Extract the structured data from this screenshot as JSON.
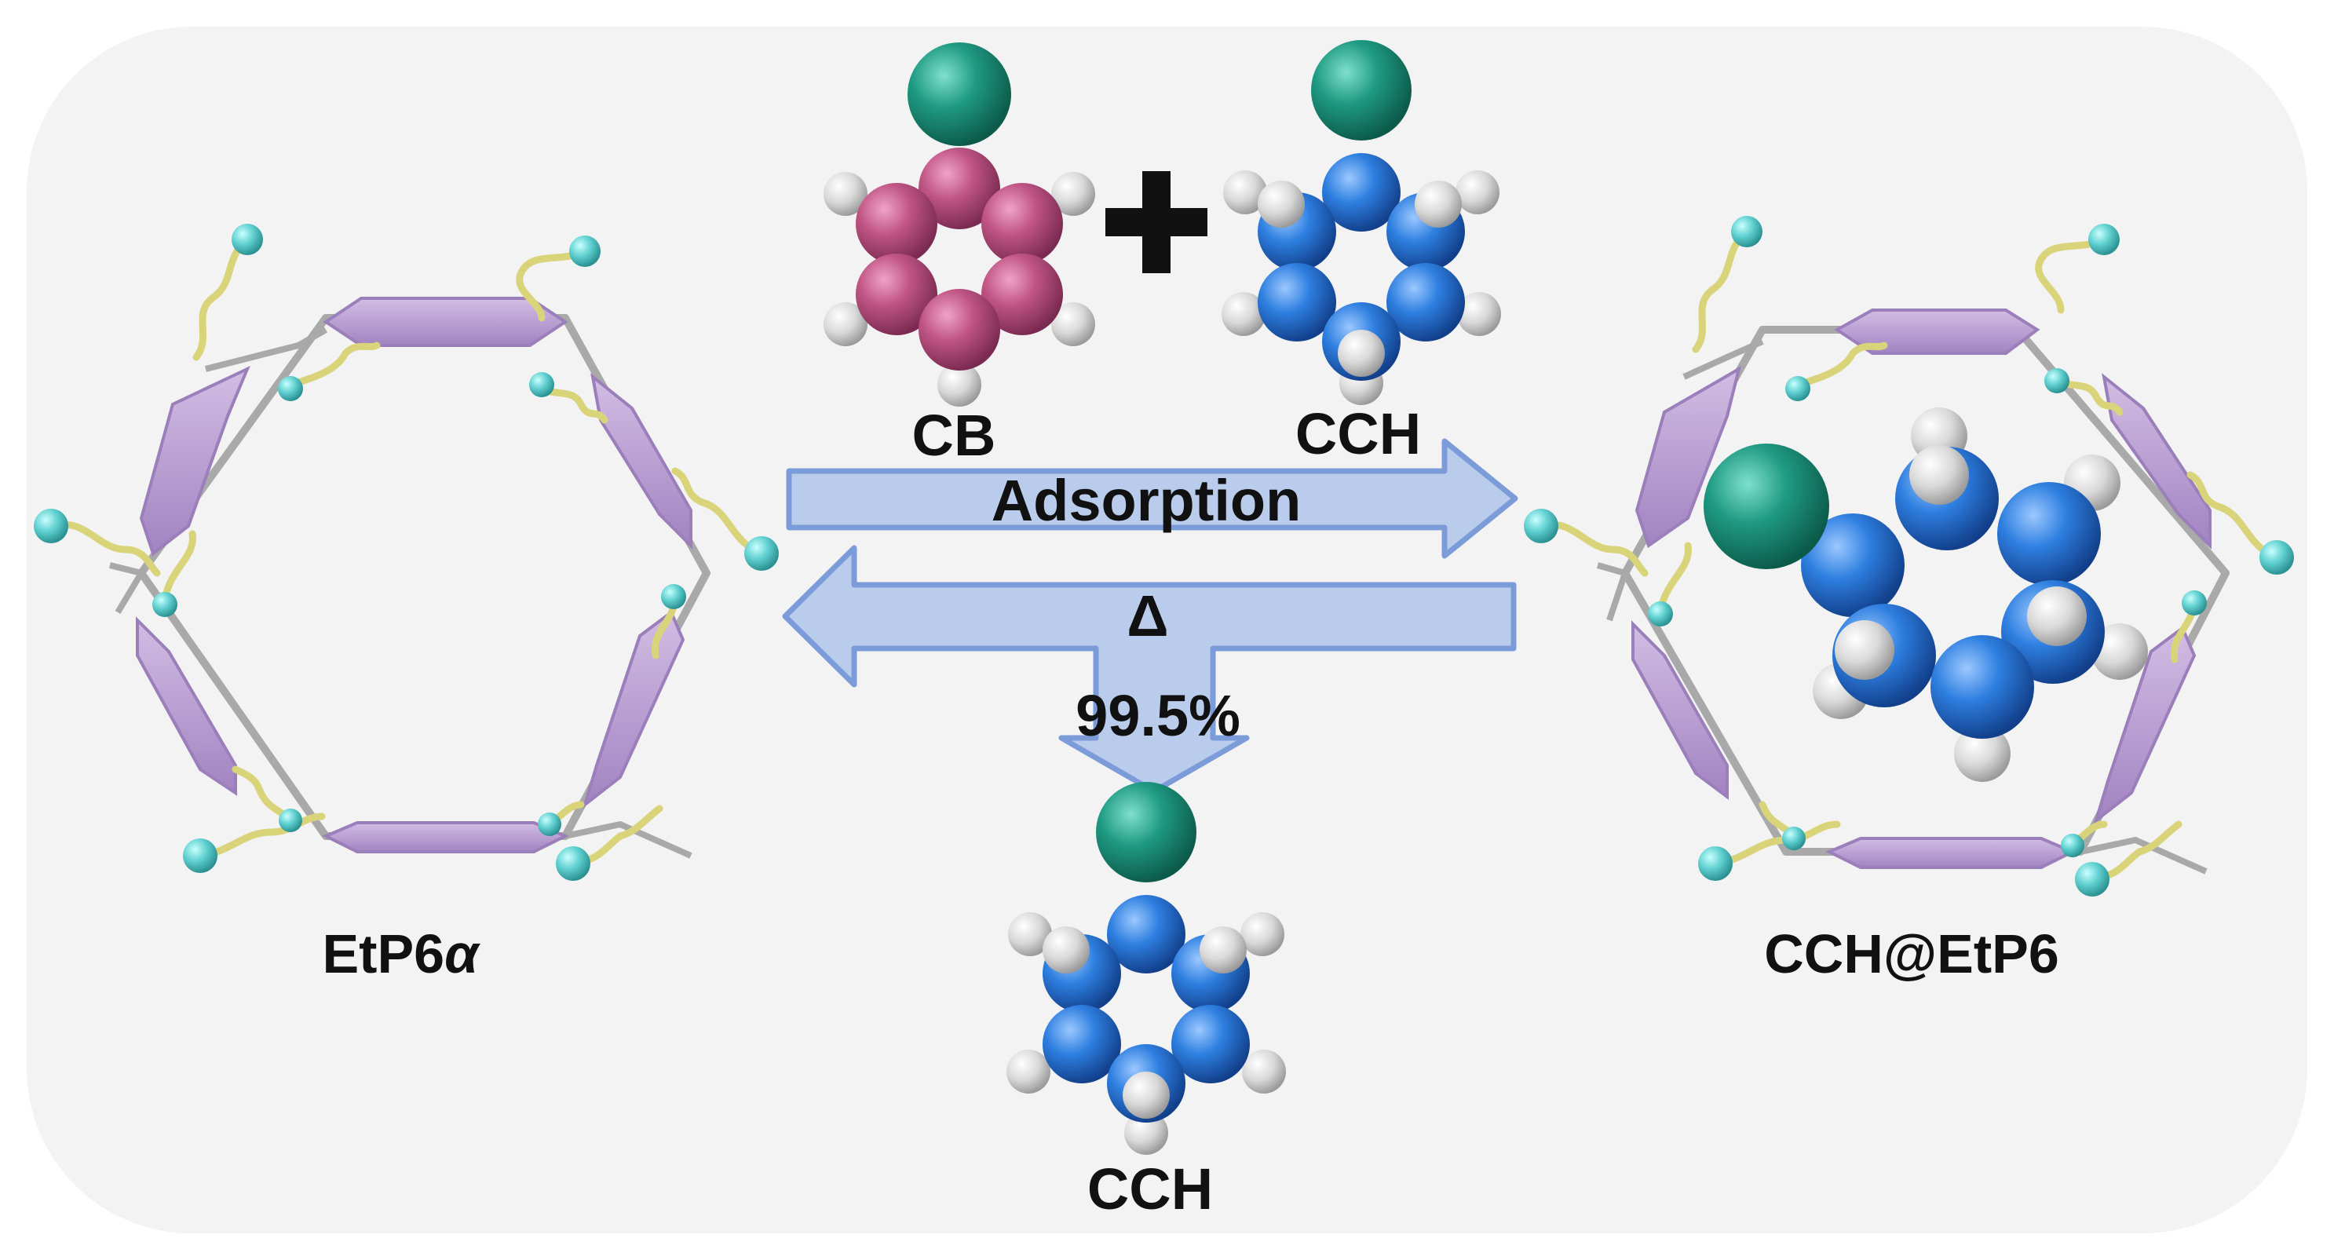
{
  "labels": {
    "cb": "CB",
    "cch_top": "CCH",
    "adsorption": "Adsorption",
    "delta": "Δ",
    "yield": "99.5%",
    "cch_bottom": "CCH",
    "host_left_prefix": "EtP6",
    "host_left_suffix": "α",
    "host_right": "CCH@EtP6"
  },
  "colors": {
    "background_panel": "#f3f3f3",
    "arrow_fill": "#b5c9ec",
    "arrow_stroke": "#7c9bd9",
    "ring_purple": "#b79ad0",
    "frame_gray": "#a9a9a9",
    "chain_yellow": "#d9d47a",
    "terminal_cyan": "#5fcfcf",
    "atom_chlorine": "#1f9a82",
    "atom_carbon_cb": "#c05585",
    "atom_carbon_cch": "#2e7fe0",
    "atom_hydrogen": "#dcdcdc",
    "text": "#111111"
  }
}
